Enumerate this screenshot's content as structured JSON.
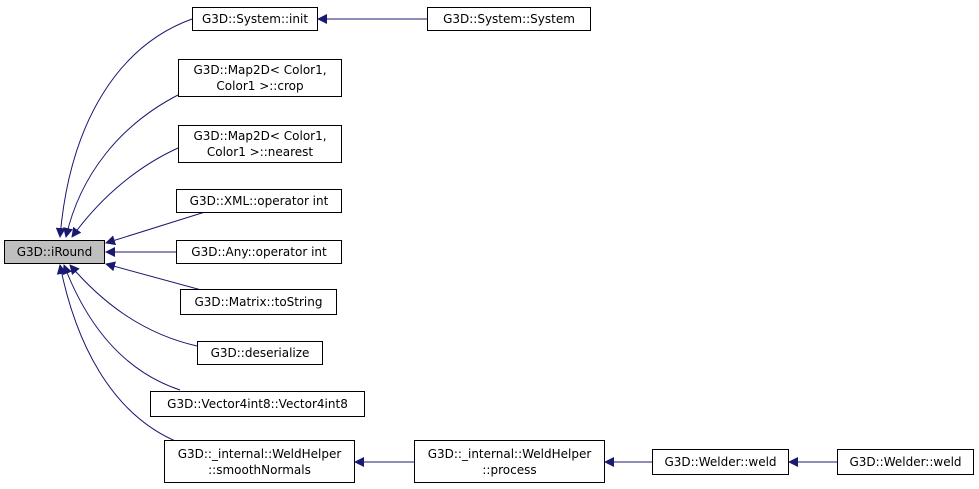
{
  "colors": {
    "edge": "#191970",
    "focus_fill": "#bfbfbf",
    "node_fill": "#ffffff",
    "node_border": "#000000"
  },
  "nodes": {
    "iround": {
      "lines": [
        "G3D::iRound"
      ]
    },
    "system_init": {
      "lines": [
        "G3D::System::init"
      ]
    },
    "system_ctor": {
      "lines": [
        "G3D::System::System"
      ]
    },
    "map2d_crop": {
      "lines": [
        "G3D::Map2D< Color1,",
        "Color1 >::crop"
      ]
    },
    "map2d_nearest": {
      "lines": [
        "G3D::Map2D< Color1,",
        "Color1 >::nearest"
      ]
    },
    "xml_op_int": {
      "lines": [
        "G3D::XML::operator int"
      ]
    },
    "any_op_int": {
      "lines": [
        "G3D::Any::operator int"
      ]
    },
    "matrix_tostring": {
      "lines": [
        "G3D::Matrix::toString"
      ]
    },
    "deserialize": {
      "lines": [
        "G3D::deserialize"
      ]
    },
    "vector4int8": {
      "lines": [
        "G3D::Vector4int8::Vector4int8"
      ]
    },
    "weldhelper_smooth": {
      "lines": [
        "G3D::_internal::WeldHelper",
        "::smoothNormals"
      ]
    },
    "weldhelper_process": {
      "lines": [
        "G3D::_internal::WeldHelper",
        "::process"
      ]
    },
    "welder_weld_a": {
      "lines": [
        "G3D::Welder::weld"
      ]
    },
    "welder_weld_b": {
      "lines": [
        "G3D::Welder::weld"
      ]
    }
  }
}
